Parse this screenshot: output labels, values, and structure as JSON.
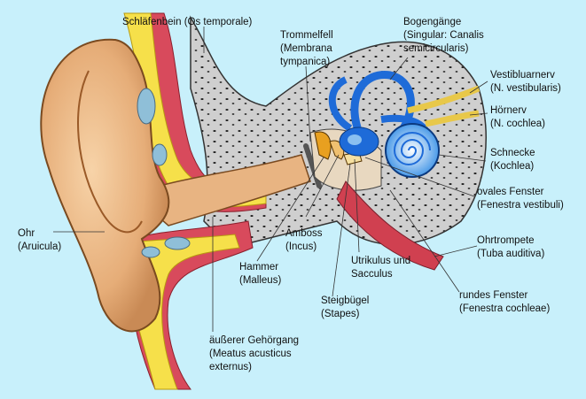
{
  "labels": {
    "schlaefenbein": [
      "Schläfenbein (Os temporale)"
    ],
    "trommelfell": [
      "Trommelfell",
      "(Membrana",
      "tympanica)"
    ],
    "bogengaenge": [
      "Bogengänge",
      "(Singular: Canalis",
      "semicircularis)"
    ],
    "vestibularnerv": [
      "Vestibluarnerv",
      "(N. vestibularis)"
    ],
    "hoernerv": [
      "Hörnerv",
      "(N. cochlea)"
    ],
    "schnecke": [
      "Schnecke",
      "(Kochlea)"
    ],
    "ovales_fenster": [
      "ovales Fenster",
      "(Fenestra vestibuli)"
    ],
    "ohrtrompete": [
      "Ohrtrompete",
      "(Tuba auditiva)"
    ],
    "rundes_fenster": [
      "rundes Fenster",
      "(Fenestra cochleae)"
    ],
    "utrikulus": [
      "Utrikulus und",
      "Sacculus"
    ],
    "steigbuegel": [
      "Steigbügel",
      "(Stapes)"
    ],
    "amboss": [
      "Amboss",
      "(Incus)"
    ],
    "hammer": [
      "Hammer",
      "(Malleus)"
    ],
    "gehoergang": [
      "äußerer Gehörgang",
      "(Meatus acusticus",
      "externus)"
    ],
    "ohr": [
      "Ohr",
      "(Aruicula)"
    ]
  },
  "colors": {
    "background": "#c8f0fb",
    "skin": "#e8b482",
    "bone": "#d8d8d8",
    "fat": "#f6e04a",
    "muscle": "#d84a5c",
    "inner_ear": "#1e6bd8",
    "nerve": "#e8c84a"
  }
}
